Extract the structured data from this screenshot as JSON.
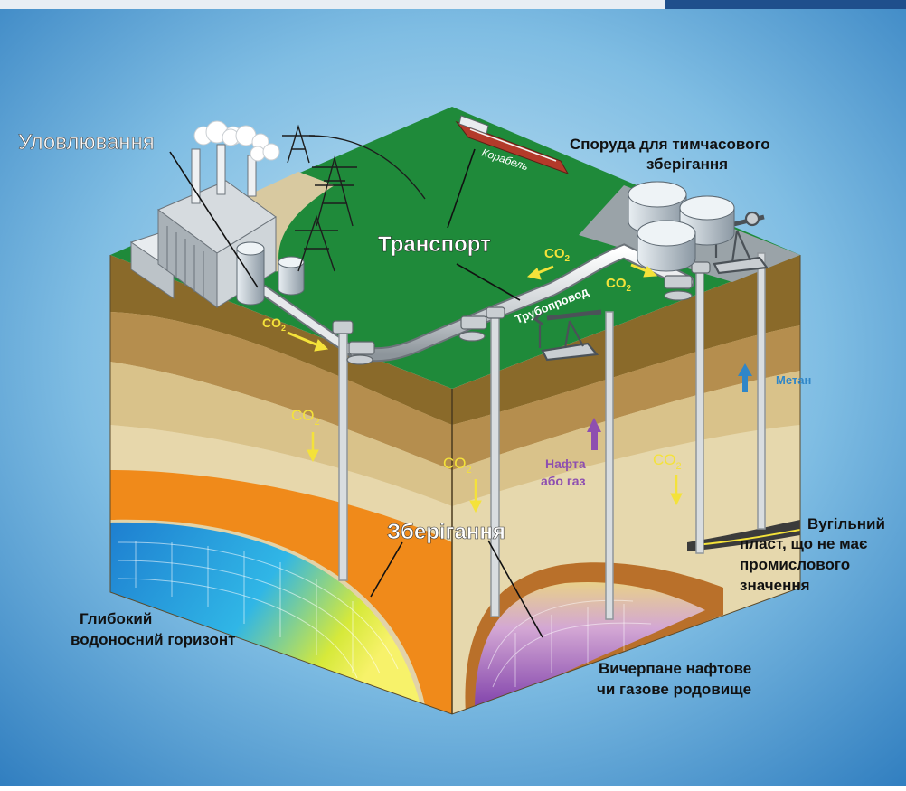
{
  "diagram": {
    "labels": {
      "capture": "Уловлювання",
      "transport": "Транспорт",
      "ship": "Корабель",
      "temp_storage_line1": "Споруда для тимчасового",
      "temp_storage_line2": "зберігання",
      "pipeline": "Трубопровод",
      "storage": "Зберігання",
      "methane": "Метан",
      "oil_gas_line1": "Нафта",
      "oil_gas_line2": "або газ",
      "coal_line1": "Вугільний",
      "coal_line2": "пласт, що не має",
      "coal_line3": "промислового",
      "coal_line4": "значення",
      "aquifer_line1": "Глибокий",
      "aquifer_line2": "водоносний горизонт",
      "depleted_line1": "Вичерпане нафтове",
      "depleted_line2": "чи газове родовище",
      "co2": "CO",
      "co2_sub": "2"
    },
    "colors": {
      "background": "#2f7dbf",
      "grass": "#1f8a3a",
      "pavement": "#9aa3a8",
      "soil_dark": "#8a6a2a",
      "soil_light": "#d8c696",
      "orange_layer": "#f08a1a",
      "aquifer_blue": "#29a8e0",
      "yellow_arrow": "#f4e23a",
      "purple": "#8e4fb0",
      "methane_blue": "#2f86c8"
    },
    "icons": [
      "power-plant-icon",
      "transmission-tower-icon",
      "ship-icon",
      "storage-tank-icon",
      "pump-jack-icon",
      "wellhead-icon"
    ]
  }
}
